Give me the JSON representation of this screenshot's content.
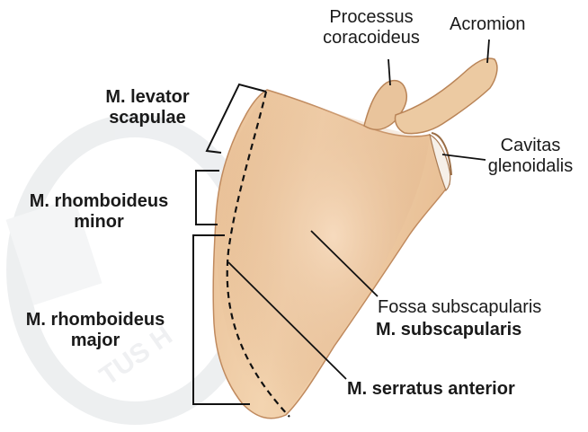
{
  "labels": {
    "processus_coracoideus": [
      "Processus",
      "coracoideus"
    ],
    "acromion": "Acromion",
    "cavitas_glenoidalis": [
      "Cavitas",
      "glenoidalis"
    ],
    "fossa_subscapularis": "Fossa subscapularis",
    "m_subscapularis": "M. subscapularis",
    "m_levator_scapulae": [
      "M. levator",
      "scapulae"
    ],
    "m_rhomboideus_minor": [
      "M. rhomboideus",
      "minor"
    ],
    "m_rhomboideus_major": [
      "M. rhomboideus",
      "major"
    ],
    "m_serratus_anterior": "M. serratus anterior"
  },
  "colors": {
    "bone_light": "#f3d4b0",
    "bone_mid": "#e8bf95",
    "bone_dark": "#c98f62",
    "line": "#111111",
    "watermark": "#d9dcdf"
  }
}
